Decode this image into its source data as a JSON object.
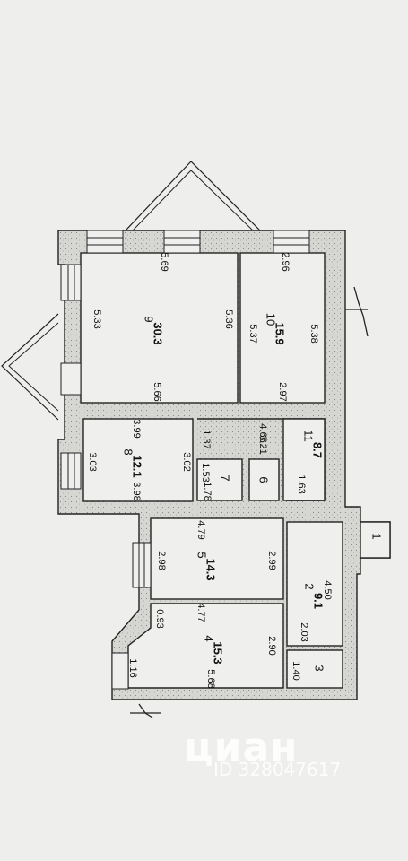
{
  "rooms": [
    {
      "id": "9",
      "area": "30.3"
    },
    {
      "id": "10",
      "area": "15.9"
    },
    {
      "id": "8",
      "area": "12.1"
    },
    {
      "id": "11",
      "area": "8.7"
    },
    {
      "id": "7",
      "area": ""
    },
    {
      "id": "6",
      "area": ""
    },
    {
      "id": "5",
      "area": "14.3"
    },
    {
      "id": "2",
      "area": "9.1"
    },
    {
      "id": "4",
      "area": "15.3"
    },
    {
      "id": "3",
      "area": ""
    },
    {
      "id": "1",
      "area": ""
    }
  ],
  "dimensions": [
    "5.69",
    "5.33",
    "5.36",
    "5.66",
    "2.96",
    "5.37",
    "5.38",
    "2.97",
    "3.99",
    "3.03",
    "3.02",
    "3.98",
    "1.37",
    "4.66",
    "3.21",
    "1.53",
    "1.78",
    "1.63",
    "4.79",
    "2.98",
    "2.99",
    "4.77",
    "0.93",
    "2.90",
    "5.68",
    "1.16",
    "4.50",
    "2.03",
    "1.40"
  ],
  "watermark": {
    "brand": "циан",
    "id": "ID 328047617",
    "accent": "#ffffff"
  },
  "colors": {
    "wall": "#d0d0cc",
    "line": "#222222",
    "room": "#eeeeec"
  }
}
